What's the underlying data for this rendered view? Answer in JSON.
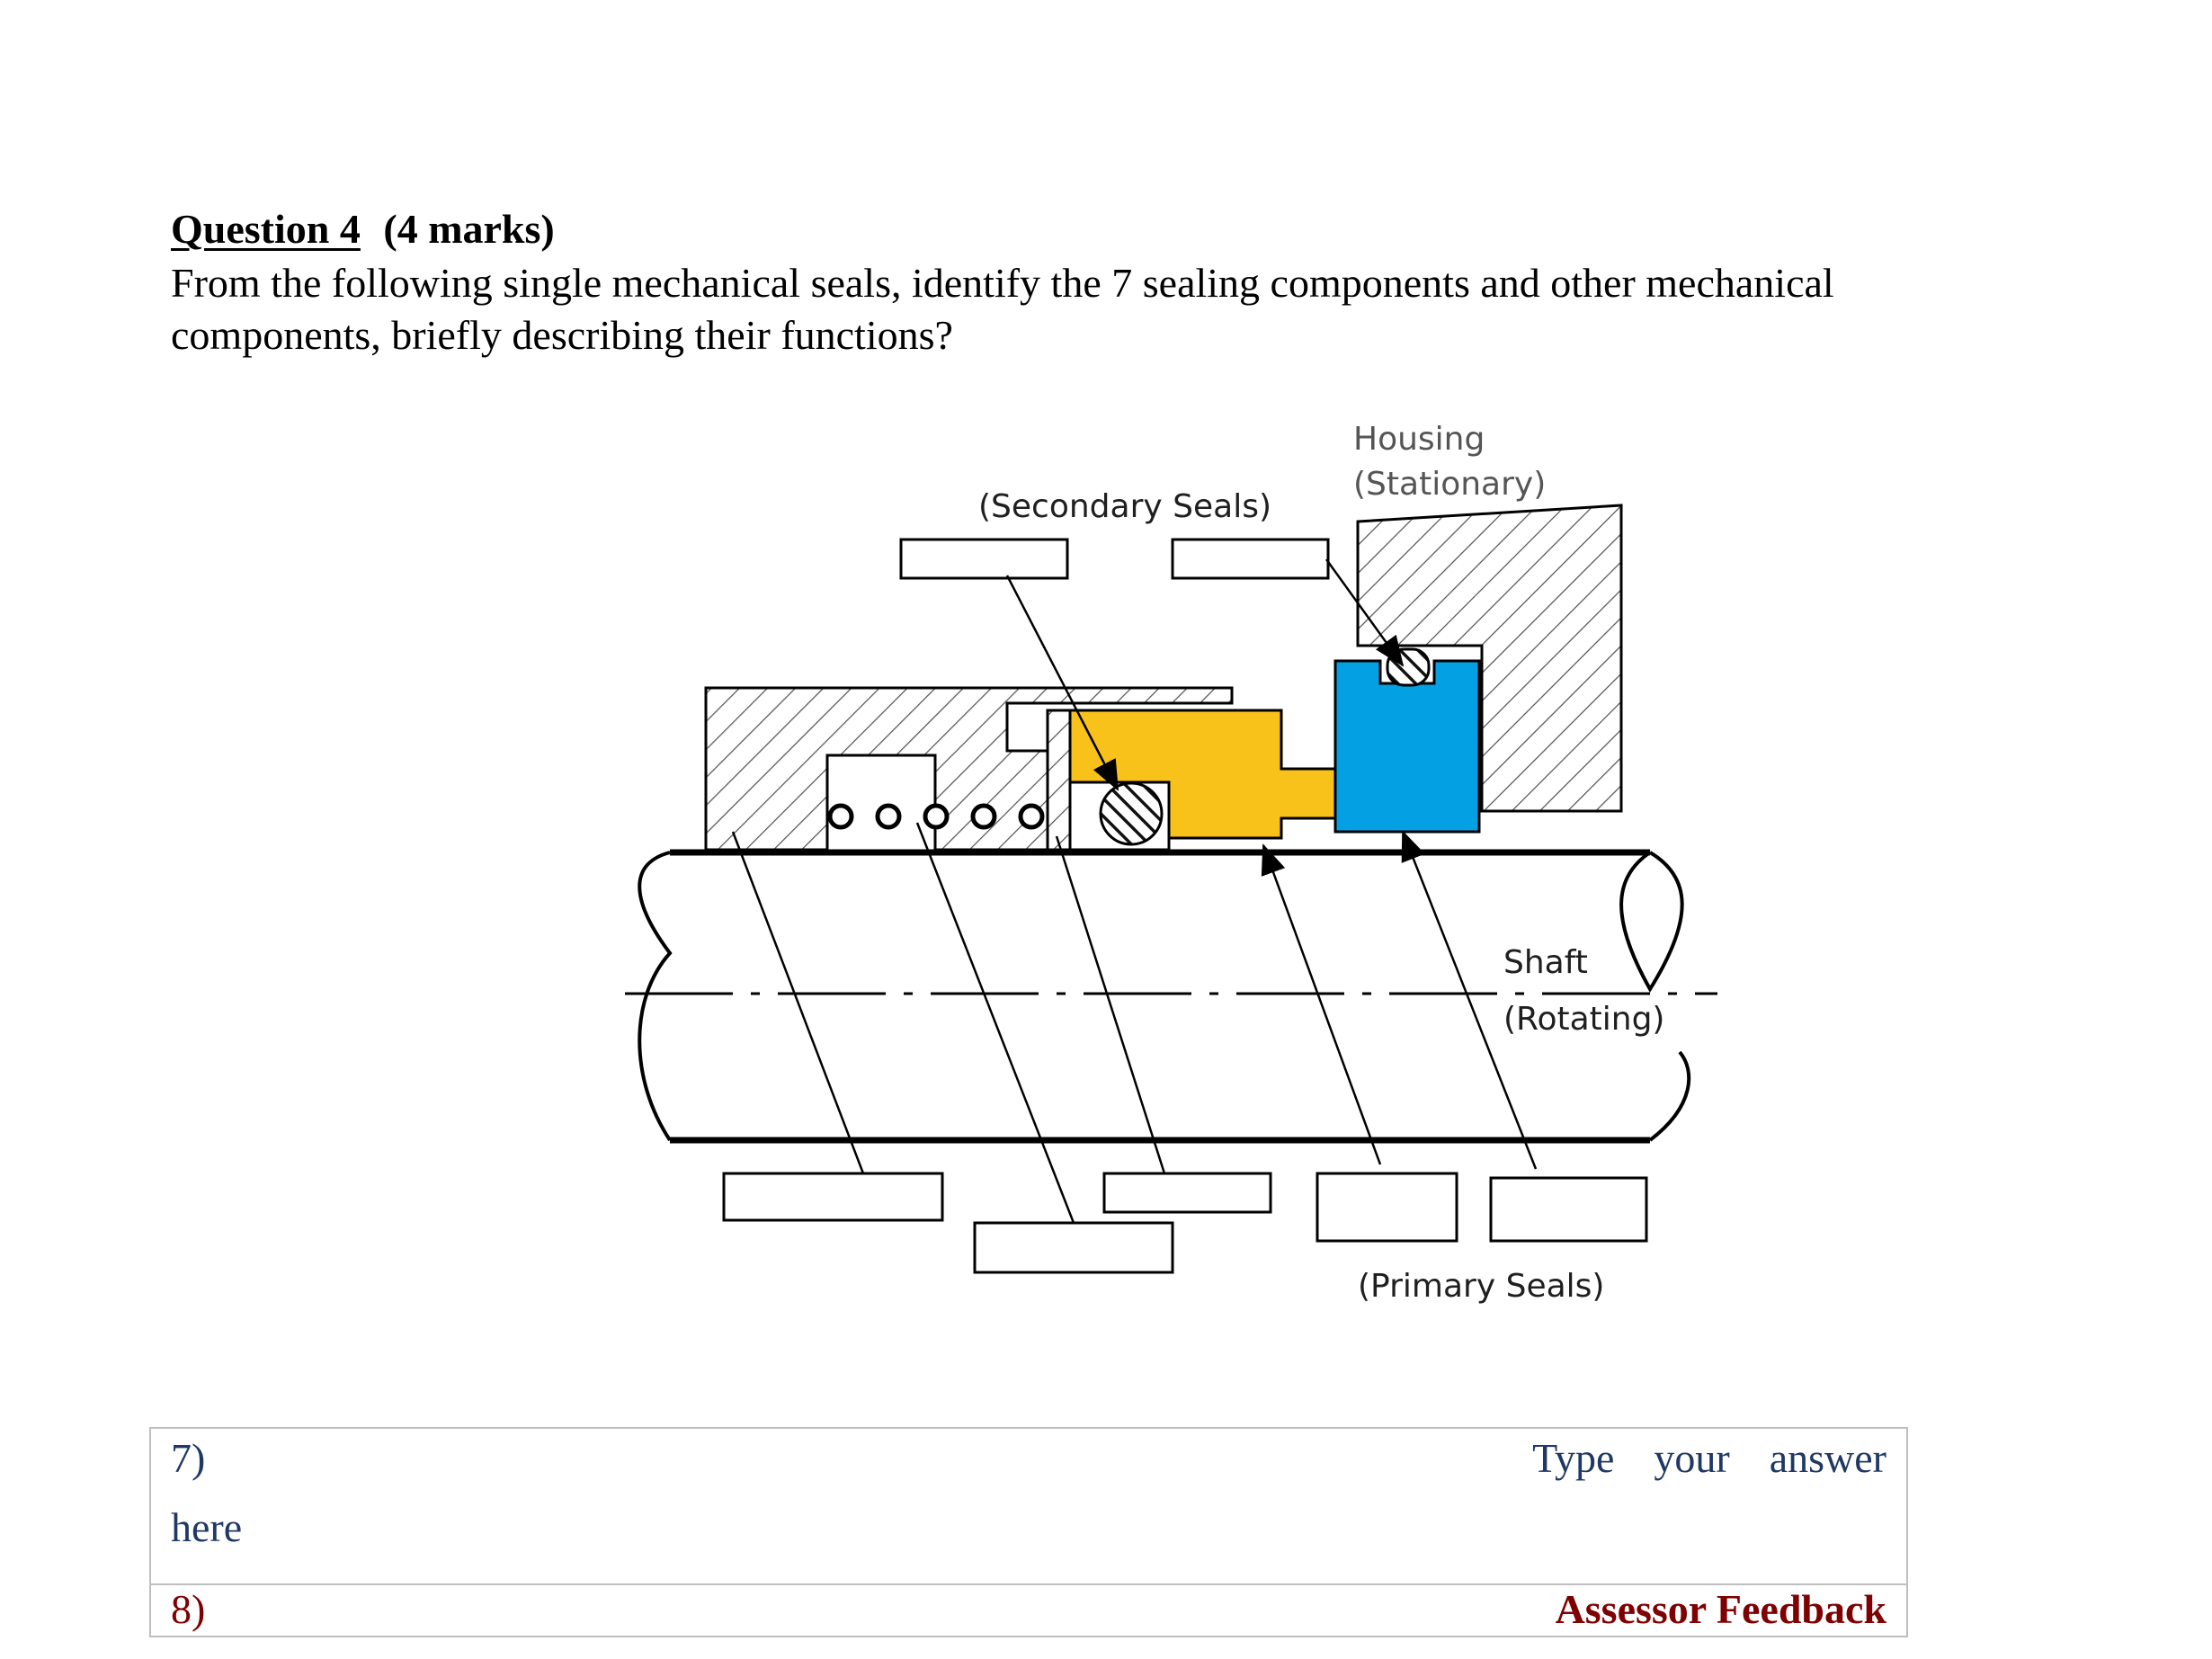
{
  "question": {
    "number": "Question 4",
    "marks": "(4 marks)",
    "text": "From the following single mechanical seals, identify the   7 sealing components and other mechanical components, briefly describing their functions?"
  },
  "diagram": {
    "labels": {
      "secondary_seals": "(Secondary Seals)",
      "housing": "Housing",
      "housing_sub": "(Stationary)",
      "shaft": "Shaft",
      "shaft_sub": "(Rotating)",
      "primary_seals": "(Primary Seals)"
    },
    "colors": {
      "rotating_face": "#f9c21a",
      "stationary_seat": "#04a0e4",
      "hatch": "#555555"
    }
  },
  "answers": {
    "row7_number": "7)",
    "row7_hint_left": "Type",
    "row7_hint_mid": "your",
    "row7_hint_right": "answer",
    "row7_hint_cont": "here",
    "row8_number": "8)",
    "row8_feedback": "Assessor Feedback"
  }
}
